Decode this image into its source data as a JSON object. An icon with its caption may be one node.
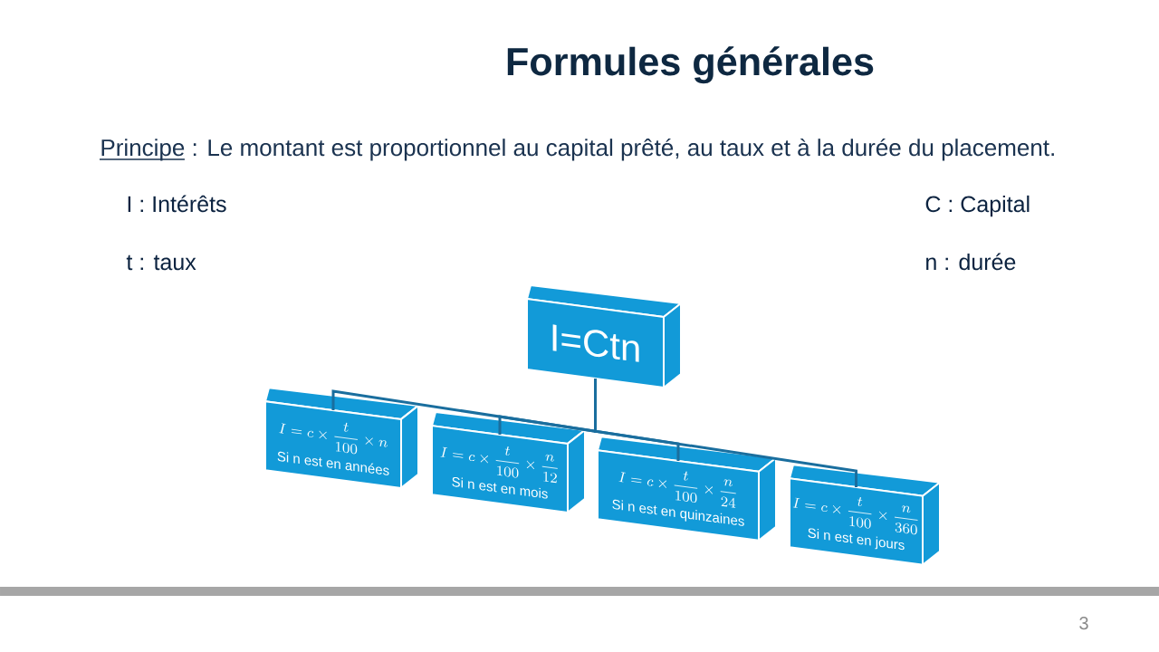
{
  "diagram": {
    "title": "Formules générales",
    "nodes": [
      {
        "text": [
          "I=Ctn"
        ]
      },
      {
        "text": [
          "I = c \\times \\frac{t}{100} \\times n",
          "Si n est en années"
        ]
      },
      {
        "text": [
          "I = c \\times \\frac{t}{100} \\times \\frac{n}{12}",
          "Si n est en mois"
        ]
      },
      {
        "text": [
          "I = c \\times \\frac{t}{100} \\times \\frac{n}{24}",
          "Si n est en quinzaines"
        ]
      },
      {
        "text": [
          "I = c \\times \\frac{t}{100} \\times \\frac{n}{360}",
          "Si n est en jours"
        ]
      }
    ],
    "edges": [
      {
        "from": 0,
        "to": 1,
        "arrow": "none"
      },
      {
        "from": 0,
        "to": 2,
        "arrow": "none"
      },
      {
        "from": 0,
        "to": 3,
        "arrow": "none"
      },
      {
        "from": 0,
        "to": 4,
        "arrow": "none"
      }
    ],
    "labels": [
      "Principe : Le montant est proportionnel au capital prêté, au taux et à la durée du placement.",
      "I : Intérêts",
      "C : Capital",
      "t : taux",
      "n : durée",
      "3"
    ]
  }
}
